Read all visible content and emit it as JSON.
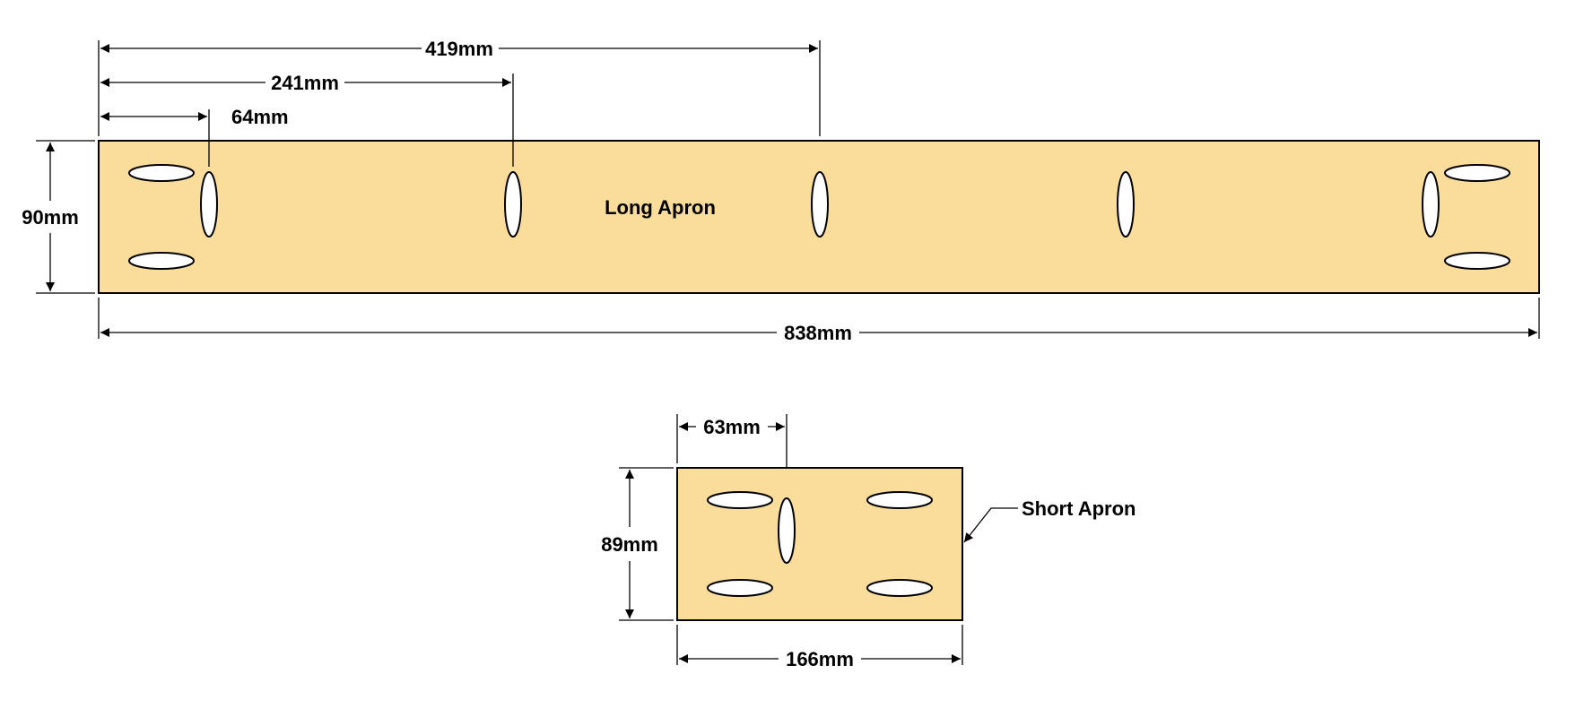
{
  "colors": {
    "board_fill": "#fbdd9b",
    "line": "#000000",
    "background": "#ffffff"
  },
  "long_apron": {
    "label": "Long Apron",
    "dimensions": {
      "length": "838mm",
      "height": "90mm",
      "first_slot_offset": "64mm",
      "second_slot_offset": "241mm",
      "center_offset": "419mm"
    }
  },
  "short_apron": {
    "label": "Short Apron",
    "dimensions": {
      "length": "166mm",
      "height": "89mm",
      "slot_offset": "63mm"
    }
  }
}
